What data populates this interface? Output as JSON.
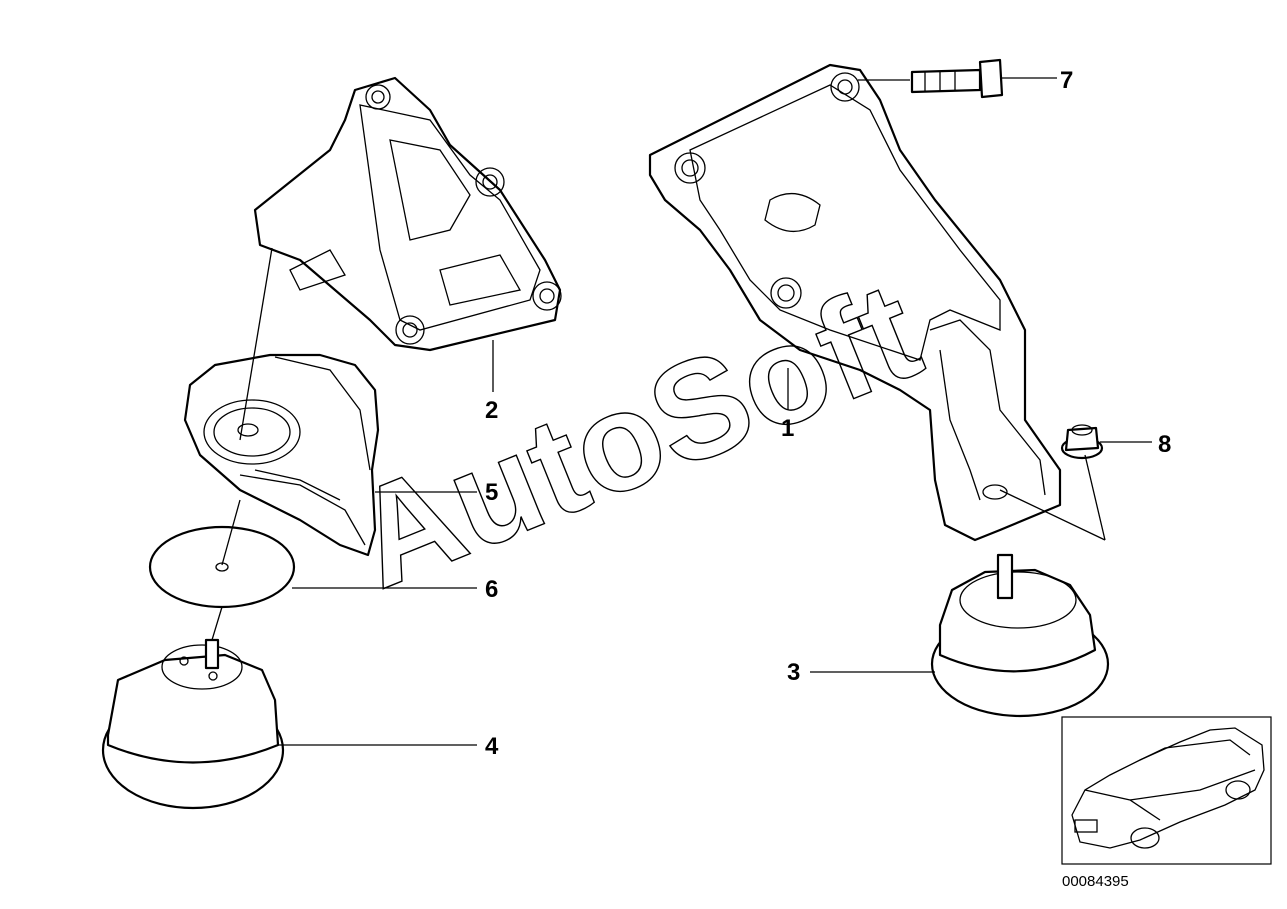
{
  "diagram": {
    "reference_number": "00084395",
    "watermark_text": "AutoSoft",
    "callouts": [
      {
        "id": "1",
        "label": "1"
      },
      {
        "id": "2",
        "label": "2"
      },
      {
        "id": "3",
        "label": "3"
      },
      {
        "id": "4",
        "label": "4"
      },
      {
        "id": "5",
        "label": "5"
      },
      {
        "id": "6",
        "label": "6"
      },
      {
        "id": "7",
        "label": "7"
      },
      {
        "id": "8",
        "label": "8"
      }
    ]
  }
}
